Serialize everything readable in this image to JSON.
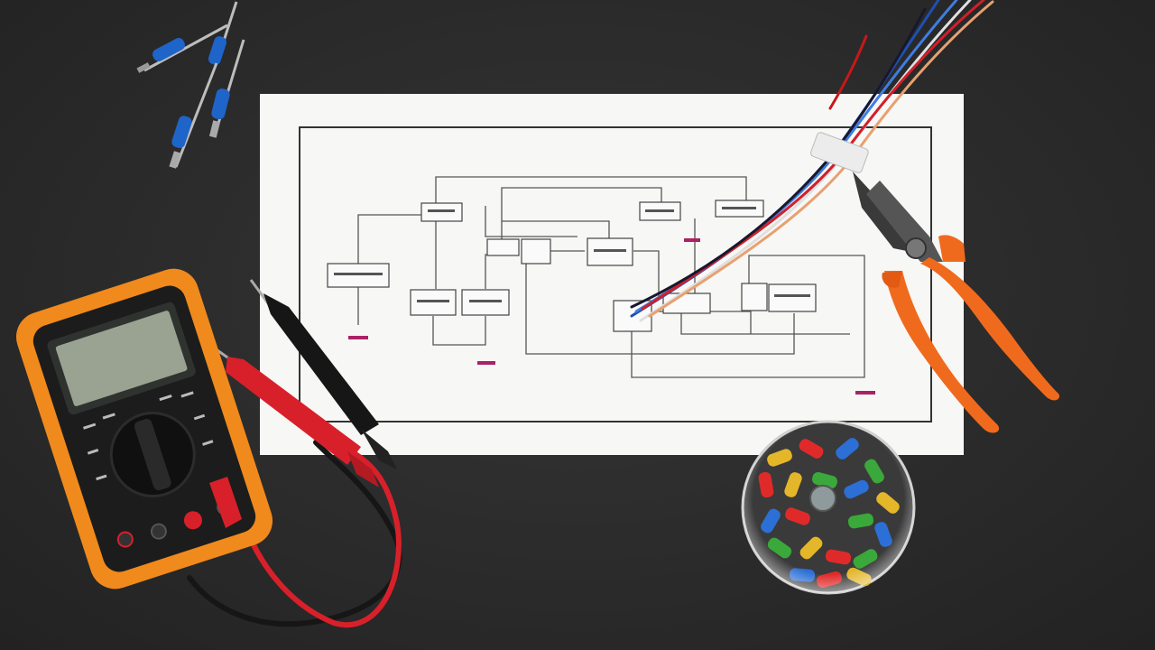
{
  "scene": {
    "background_color": "#2b2b2b",
    "objects": [
      "wiring-diagram-paper",
      "digital-multimeter",
      "test-leads",
      "wire-cutter-pliers",
      "wire-bundle",
      "ferrule-terminals",
      "jar-of-wire-connectors"
    ]
  },
  "colors": {
    "multimeter_body": "#f08a1c",
    "multimeter_face": "#1c1c1c",
    "lcd": "#9aa391",
    "plier_handles": "#f06a1e",
    "probe_red": "#d8202a",
    "probe_black": "#161616",
    "ferrule_blue": "#1f64c8"
  },
  "icons": {
    "multimeter": "multimeter-icon",
    "pliers": "pliers-icon",
    "jar": "jar-icon"
  }
}
